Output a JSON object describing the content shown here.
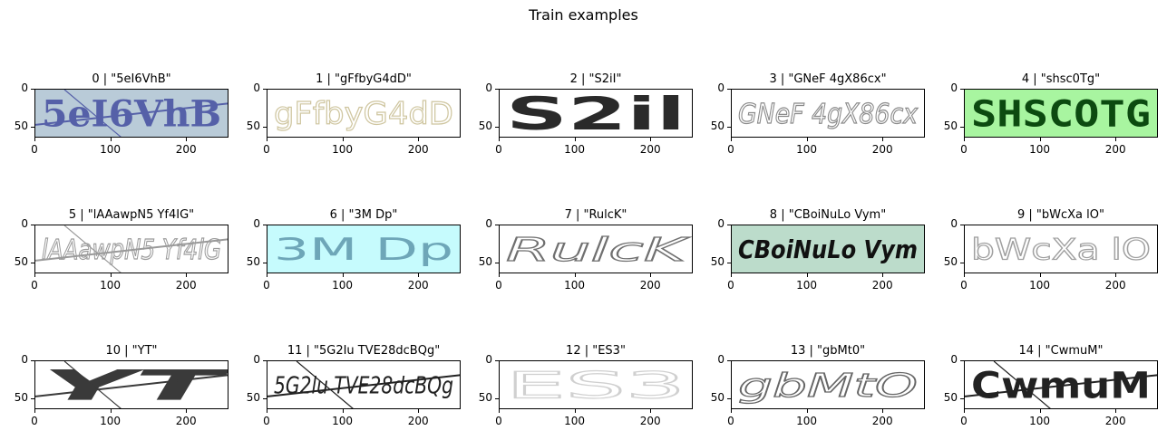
{
  "figure": {
    "title": "Train examples"
  },
  "axes": {
    "yticks": [
      "0",
      "50"
    ],
    "xticks": [
      "0",
      "100",
      "200"
    ]
  },
  "panels": [
    {
      "title": "0 | \"5eI6VhB\"",
      "text": "5eI6VhB",
      "bg": "#b9cbd8",
      "fg": "#5560a8"
    },
    {
      "title": "1 | \"gFfbyG4dD\"",
      "text": "gFfbyG4dD",
      "bg": "#ffffff",
      "fg": "#cfc6a0"
    },
    {
      "title": "2 | \"S2iI\"",
      "text": "S2il",
      "bg": "#ffffff",
      "fg": "#2a2a2a"
    },
    {
      "title": "3 | \"GNeF 4gX86cx\"",
      "text": "GNeF 4gX86cx",
      "bg": "#ffffff",
      "fg": "#8a8a8a"
    },
    {
      "title": "4 | \"shsc0Tg\"",
      "text": "SHSCOTG",
      "bg": "#a8f5a0",
      "fg": "#0c4a10"
    },
    {
      "title": "5 | \"lAAawpN5 Yf4IG\"",
      "text": "lAAawpN5 Yf4lG",
      "bg": "#ffffff",
      "fg": "#9a9a9a"
    },
    {
      "title": "6 | \"3M Dp\"",
      "text": "3M Dp",
      "bg": "#c6fbfd",
      "fg": "#6ea6b8"
    },
    {
      "title": "7 | \"RulcK\"",
      "text": "RulcK",
      "bg": "#ffffff",
      "fg": "#707070"
    },
    {
      "title": "8 | \"CBoiNuLo Vym\"",
      "text": "CBoiNuLo Vym",
      "bg": "#bcdccb",
      "fg": "#111111"
    },
    {
      "title": "9 | \"bWcXa lO\"",
      "text": "bWcXa lO",
      "bg": "#ffffff",
      "fg": "#a0a0a0"
    },
    {
      "title": "10 | \"YT\"",
      "text": "YT",
      "bg": "#ffffff",
      "fg": "#3a3a3a"
    },
    {
      "title": "11 | \"5G2Iu TVE28dcBQg\"",
      "text": "5G2lu TVE28dcBQg",
      "bg": "#ffffff",
      "fg": "#222222"
    },
    {
      "title": "12 | \"ES3\"",
      "text": "ES3",
      "bg": "#ffffff",
      "fg": "#d0d0d0"
    },
    {
      "title": "13 | \"gbMt0\"",
      "text": "gbMtO",
      "bg": "#ffffff",
      "fg": "#666666"
    },
    {
      "title": "14 | \"CwmuM\"",
      "text": "CwmuM",
      "bg": "#ffffff",
      "fg": "#222222"
    }
  ]
}
